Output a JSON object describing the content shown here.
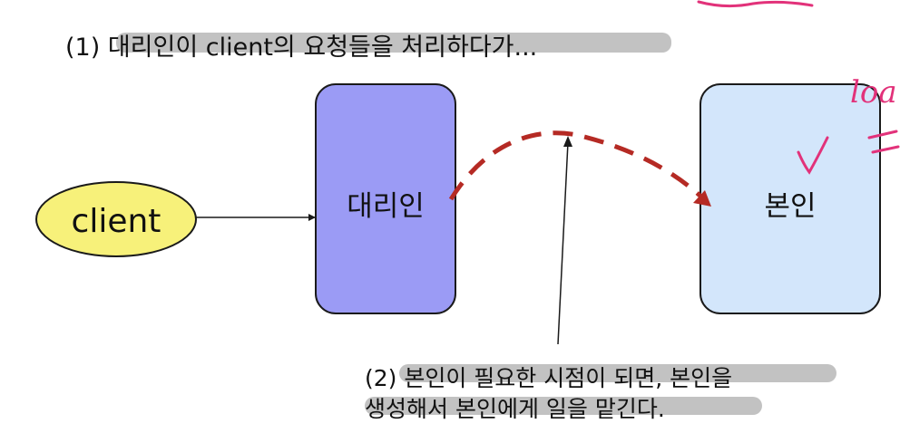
{
  "steps": {
    "step1": "(1) 대리인이 client의 요청들을 처리하다가...",
    "step2_line1": "(2) 본인이 필요한 시점이 되면, 본인을",
    "step2_line2": "생성해서 본인에게 일을 맡긴다."
  },
  "nodes": {
    "client": "client",
    "proxy": "대리인",
    "real_subject": "본인"
  },
  "annotation": {
    "fragment": "loa"
  },
  "colors": {
    "client_fill": "#f7f17a",
    "proxy_fill": "#9b9bf5",
    "real_fill": "#d3e6fb",
    "dashed_arrow": "#b52a24",
    "annotation_ink": "#e2327a",
    "highlight": "#8f8f8f"
  }
}
